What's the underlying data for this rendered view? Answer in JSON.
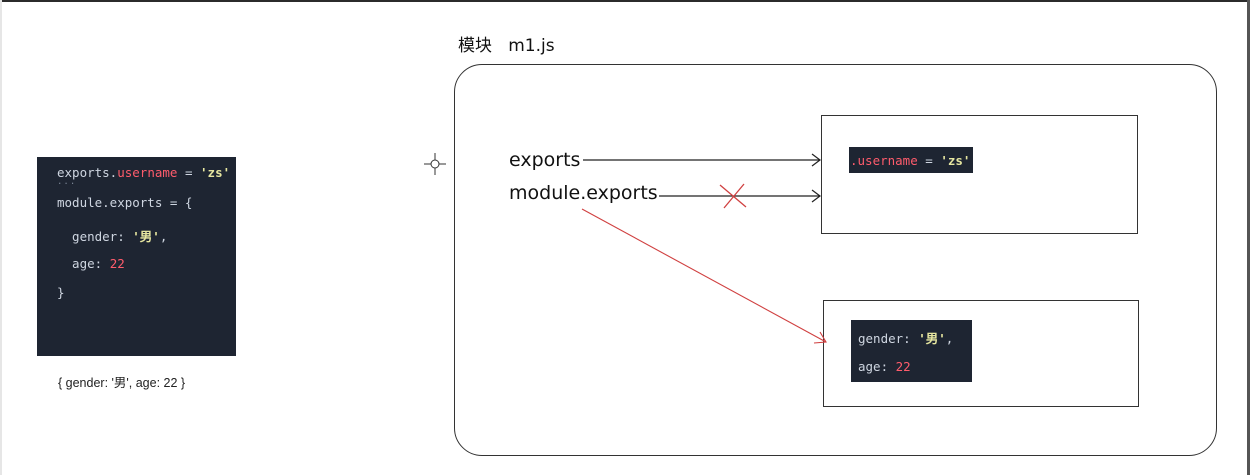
{
  "left_code": {
    "line1": {
      "obj": "exports.",
      "prop": "username",
      "op": " = ",
      "str": "'zs'"
    },
    "dots": "...",
    "line2": "module.exports = {",
    "line3": {
      "key": "  gender: ",
      "str": "'男'",
      "tail": ","
    },
    "line4": {
      "key": "  age: ",
      "num": "22"
    },
    "line5": "}"
  },
  "left_caption": "{ gender: '男', age: 22 }",
  "title": "模块   m1.js",
  "labels": {
    "exports": "exports",
    "module_exports": "module.exports"
  },
  "box1_code": {
    "prop": ".username",
    "op": " = ",
    "str": "'zs'"
  },
  "box2_code": {
    "line1": {
      "key": "gender: ",
      "str": "'男'",
      "tail": ","
    },
    "line2": {
      "key": "age: ",
      "num": "22"
    }
  },
  "colors": {
    "code_bg": "#1e2532",
    "keyword_red": "#ff5c6c",
    "string_yellow": "#e6e6a0",
    "arrow_red": "#d04040"
  }
}
